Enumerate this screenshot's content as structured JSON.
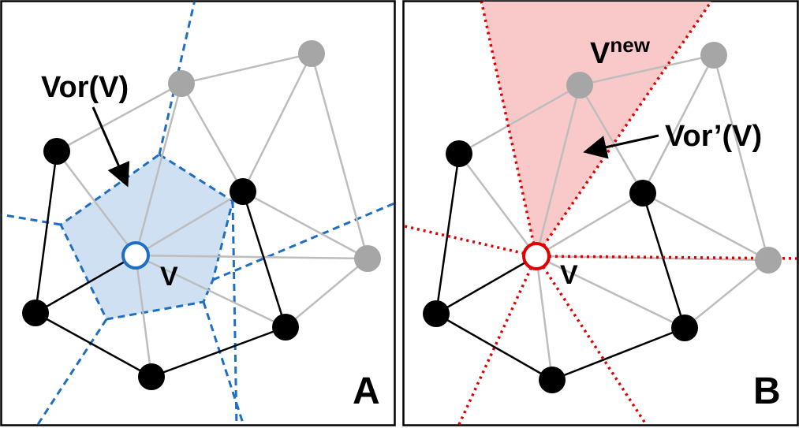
{
  "panel_a": {
    "label": "A",
    "cell_label": "Vor(V)",
    "vertex_label": "V"
  },
  "panel_b": {
    "label": "B",
    "cell_label": "Vor’(V)",
    "vertex_label": "V",
    "new_label_base": "V",
    "new_label_sup": "new"
  },
  "colors": {
    "voronoi_a": "#1e6fc2",
    "cell_a_fill": "#cfe0f3",
    "voronoi_b": "#e00000",
    "cell_b_fill": "#f9c9c9",
    "black_node": "#000000",
    "gray_node": "#a6a6a6",
    "gray_edge": "#bdbdbd"
  }
}
